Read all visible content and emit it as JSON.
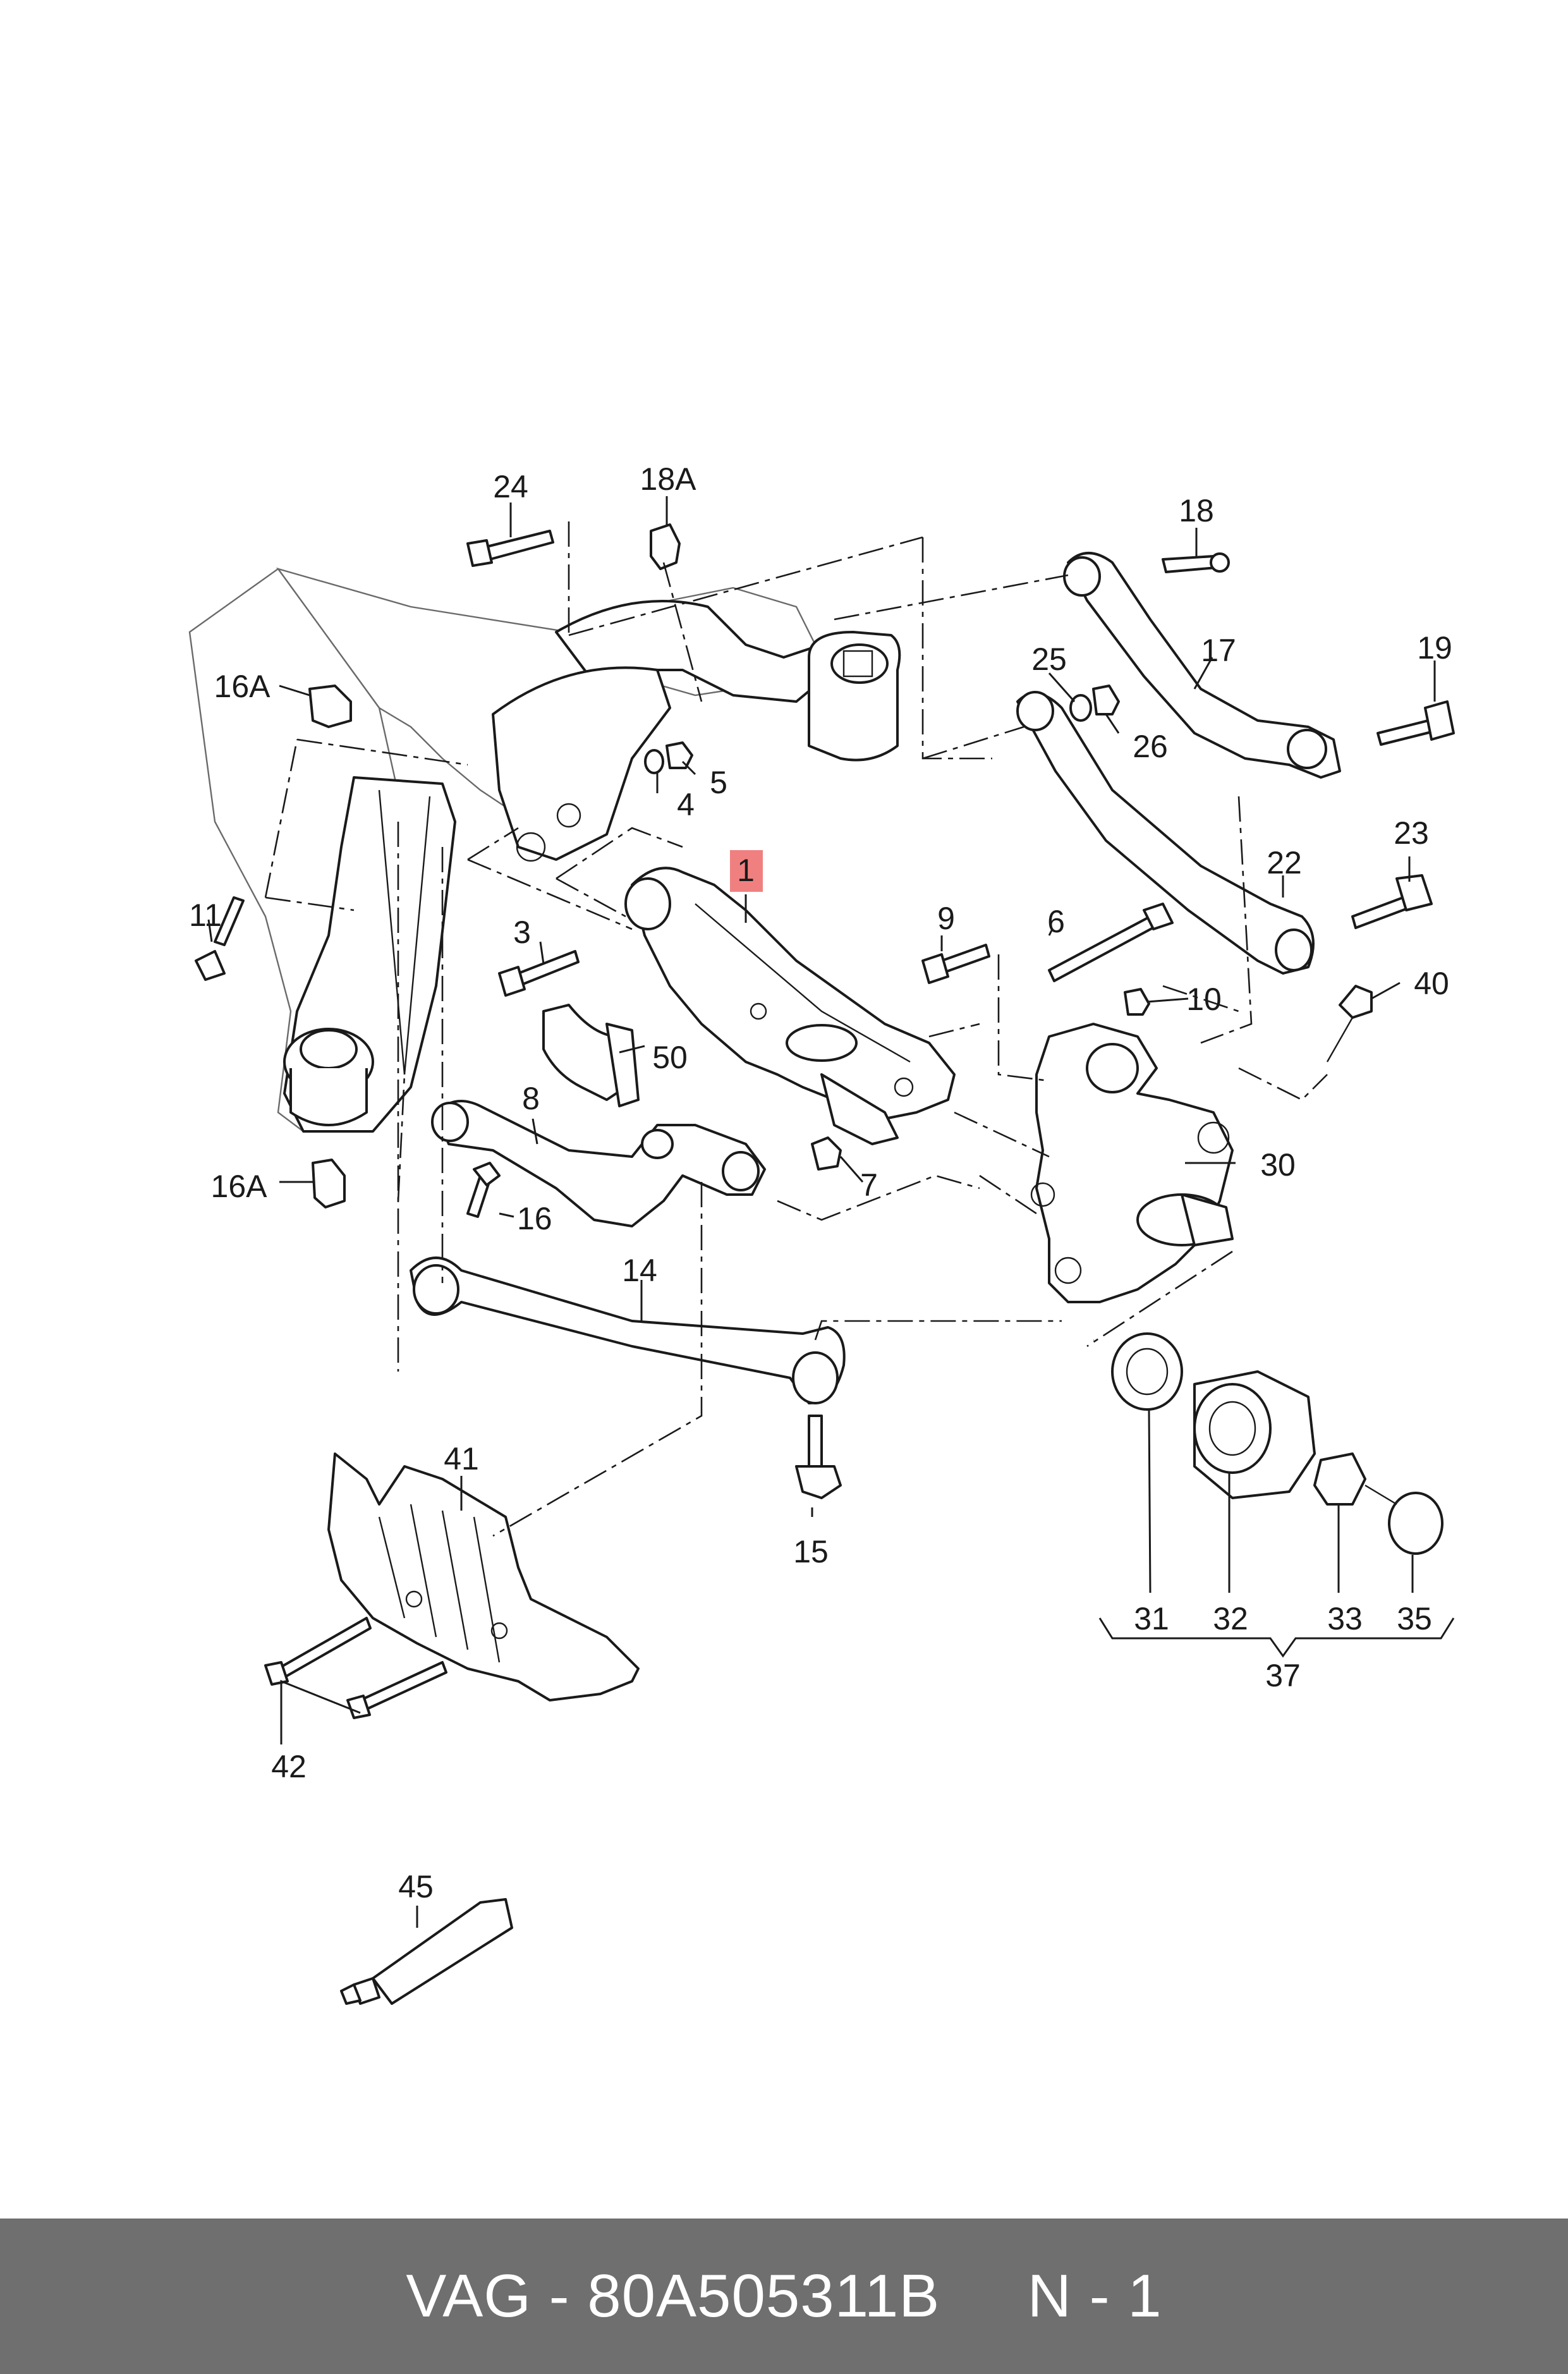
{
  "labels": {
    "l1": "1",
    "l3": "3",
    "l4": "4",
    "l5": "5",
    "l6": "6",
    "l7": "7",
    "l8": "8",
    "l9": "9",
    "l10": "10",
    "l11": "11",
    "l14": "14",
    "l15": "15",
    "l16": "16",
    "l16a_top": "16A",
    "l16a_bot": "16A",
    "l17": "17",
    "l18": "18",
    "l18a": "18A",
    "l19": "19",
    "l22": "22",
    "l23": "23",
    "l24": "24",
    "l25": "25",
    "l26": "26",
    "l30": "30",
    "l31": "31",
    "l32": "32",
    "l33": "33",
    "l35": "35",
    "l37": "37",
    "l40": "40",
    "l41": "41",
    "l42": "42",
    "l45": "45",
    "l50": "50"
  },
  "highlight_color": "#f08080",
  "footer": {
    "text": "VAG - 80A505311B     N - 1",
    "background": "#6f6f6f"
  }
}
